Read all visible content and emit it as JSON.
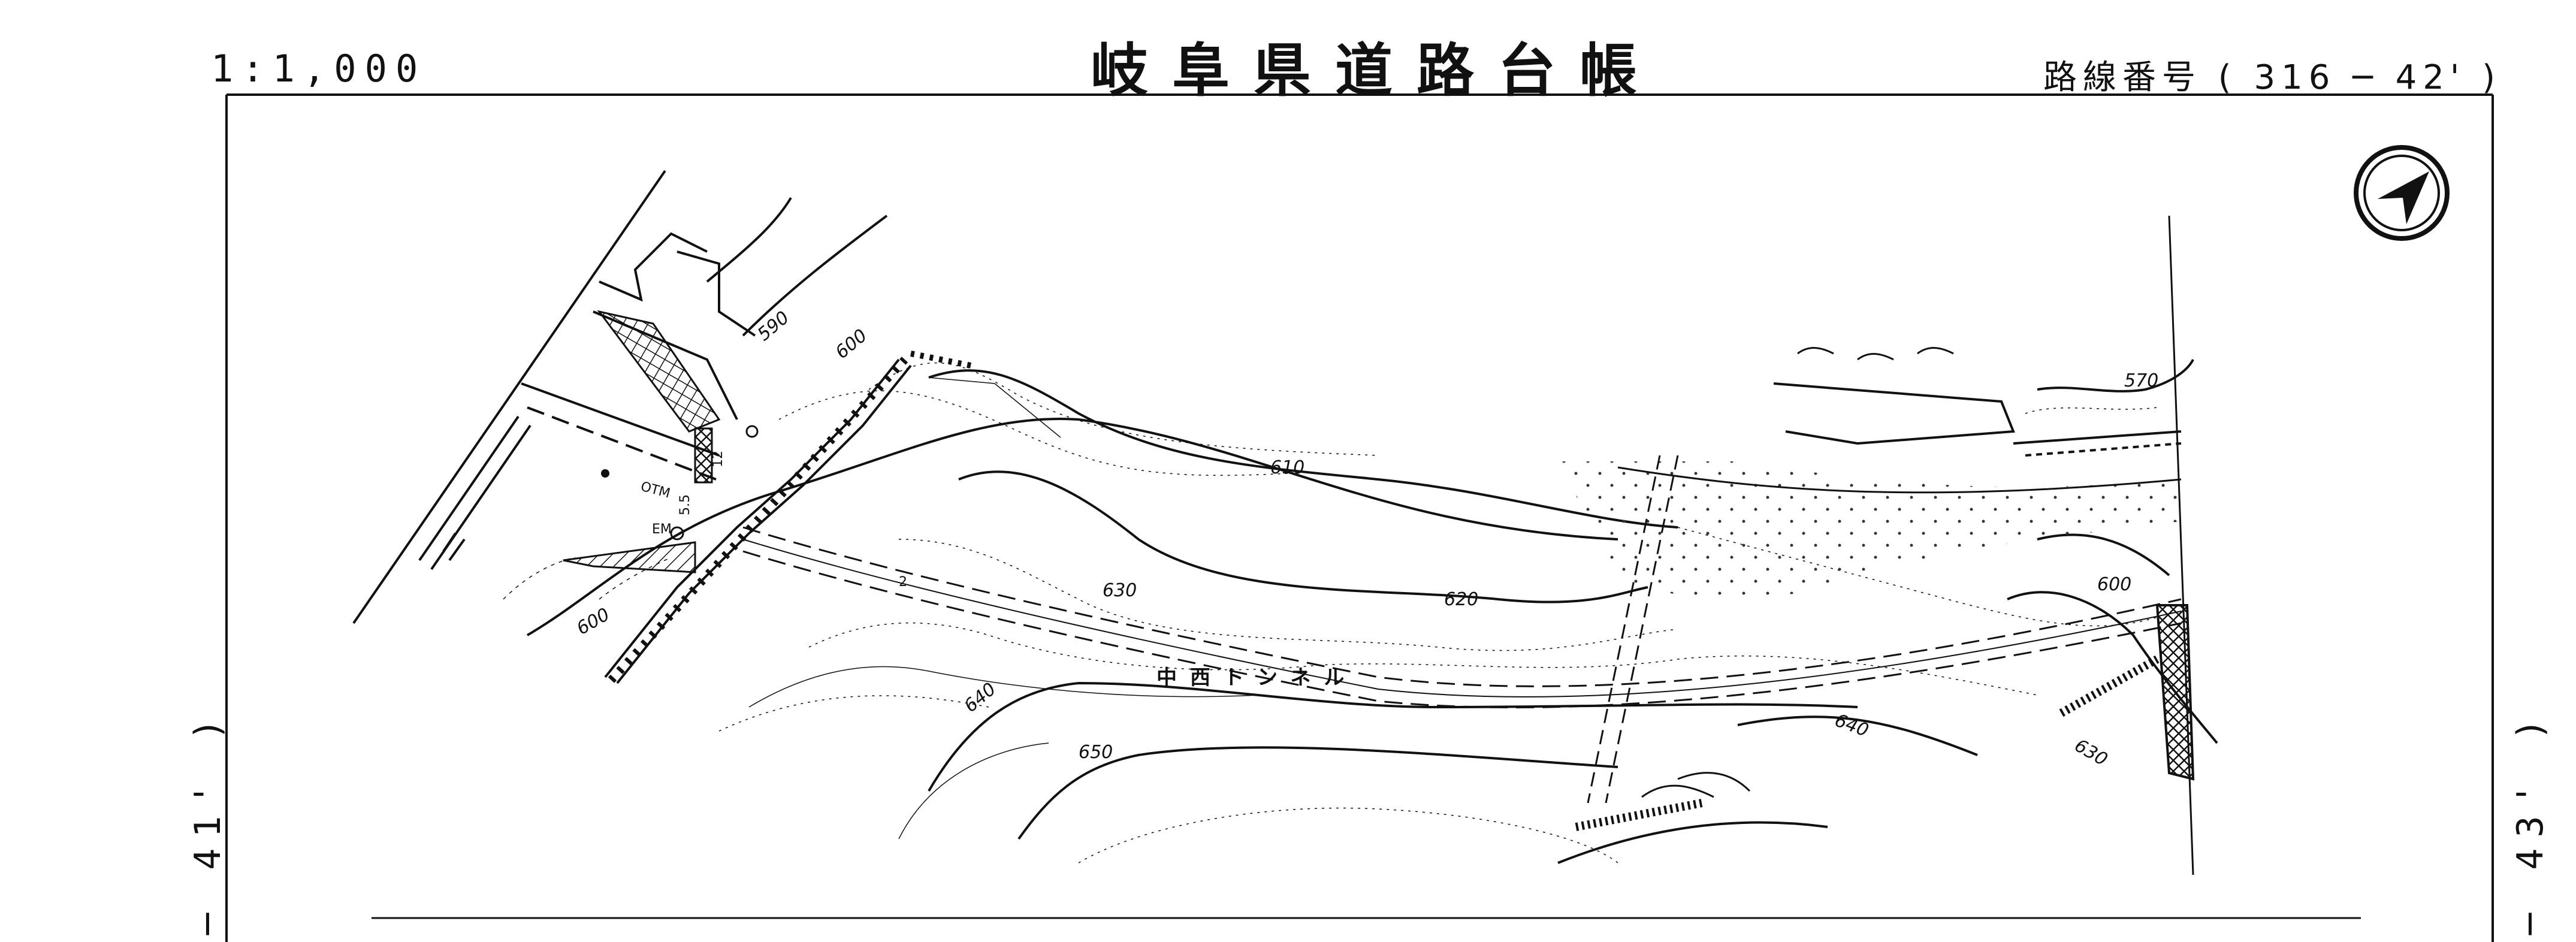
{
  "header": {
    "scale": "1:1,000",
    "title": "岐阜県道路台帳",
    "route_number": "路線番号 ( 316 ─ 42' )"
  },
  "sheet_refs": {
    "left": "─ 41' )",
    "right": "─ 43' )"
  },
  "map": {
    "contour_labels": [
      "590",
      "600",
      "610",
      "620",
      "630",
      "640",
      "650",
      "600",
      "570",
      "600",
      "640",
      "630"
    ],
    "tunnel_label": "中西トンネル",
    "feature_labels": [
      "OTM",
      "EM",
      "5.5",
      "12",
      "2"
    ],
    "icons": [
      "north-arrow-icon"
    ]
  }
}
